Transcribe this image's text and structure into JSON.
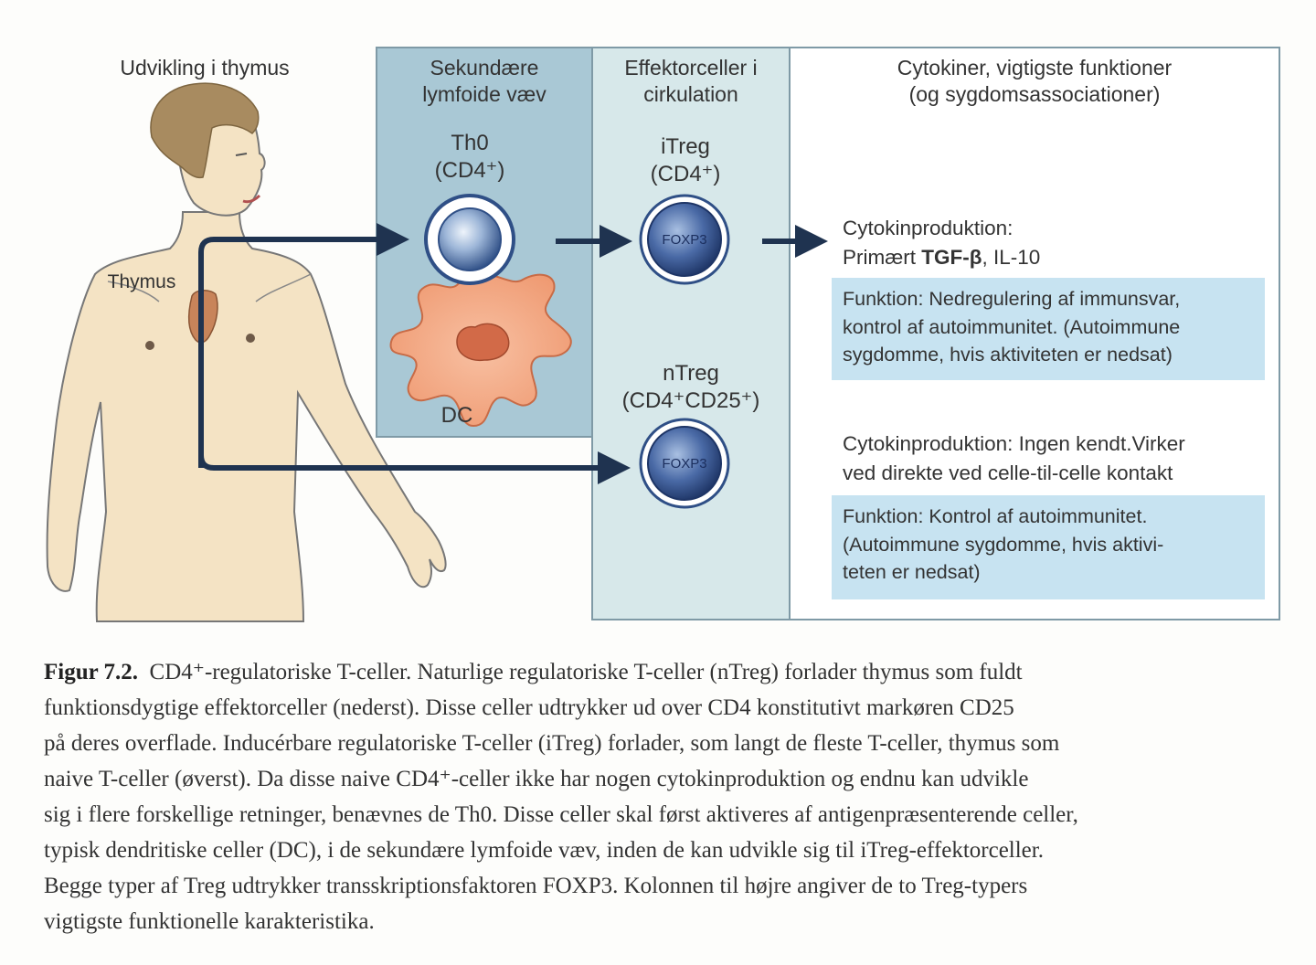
{
  "figure": {
    "left_title": "Udvikling i thymus",
    "thymus_label": "Thymus",
    "col_secondary": {
      "line1": "Sekundære",
      "line2": "lymfoide  væv"
    },
    "col_effector": {
      "line1": "Effektorceller i",
      "line2": "cirkulation"
    },
    "col_cytokines": {
      "line1": "Cytokiner, vigtigste funktioner",
      "line2": "(og sygdomsassociationer)"
    },
    "th0": {
      "name": "Th0",
      "marker": "(CD4⁺)"
    },
    "dc_label": "DC",
    "itreg": {
      "name": "iTreg",
      "marker": "(CD4⁺)",
      "nucleus": "FOXP3"
    },
    "ntreg": {
      "name": "nTreg",
      "marker": "(CD4⁺CD25⁺)",
      "nucleus": "FOXP3"
    },
    "itreg_info": {
      "line1": "Cytokinproduktion:",
      "line2_prefix": "Primært ",
      "line2_bold": "TGF-β",
      "line2_suffix": ", IL-10",
      "func1": "Funktion: Nedregulering af immunsvar,",
      "func2": "kontrol af autoimmunitet. (Autoimmune",
      "func3": "sygdomme, hvis aktiviteten er nedsat)"
    },
    "ntreg_info": {
      "line1": "Cytokinproduktion: Ingen kendt.Virker",
      "line2": "ved direkte ved celle-til-celle kontakt",
      "func1": "Funktion: Kontrol af autoimmunitet.",
      "func2": "(Autoimmune sygdomme, hvis aktivi-",
      "func3": "teten er nedsat)"
    }
  },
  "colors": {
    "panel_secondary": "#a9c8d5",
    "panel_effector": "#d7e8ea",
    "panel_cytokines": "#ffffff",
    "func_box": "#c7e3f1",
    "arrow": "#1f3350",
    "skin": "#f4e3c4",
    "hair": "#a88b60",
    "thymus_organ": "#c8845a",
    "dc_body": "#f2a783",
    "dc_nucleus": "#d26a48"
  },
  "caption": {
    "label": "Figur 7.2.",
    "l1": "CD4⁺-regulatoriske T-celler. Naturlige regulatoriske T-celler (nTreg) forlader thymus som fuldt",
    "l2": "funktionsdygtige effektorceller (nederst). Disse celler udtrykker ud over CD4 konstitutivt markøren CD25",
    "l3": "på deres overflade. Inducérbare regulatoriske T-celler (iTreg) forlader, som langt de fleste T-celler, thymus som",
    "l4": "naive T-celler (øverst). Da disse naive CD4⁺-celler ikke har nogen cytokinproduktion og endnu kan udvikle",
    "l5": "sig i flere forskellige retninger, benævnes de Th0. Disse celler skal først aktiveres af antigenpræsenterende celler,",
    "l6": "typisk dendritiske celler (DC), i de sekundære lymfoide væv, inden de kan udvikle sig til iTreg-effektorceller.",
    "l7": "Begge typer af Treg udtrykker transskriptionsfaktoren FOXP3. Kolonnen til højre angiver de to Treg-typers",
    "l8": "vigtigste funktionelle karakteristika."
  }
}
